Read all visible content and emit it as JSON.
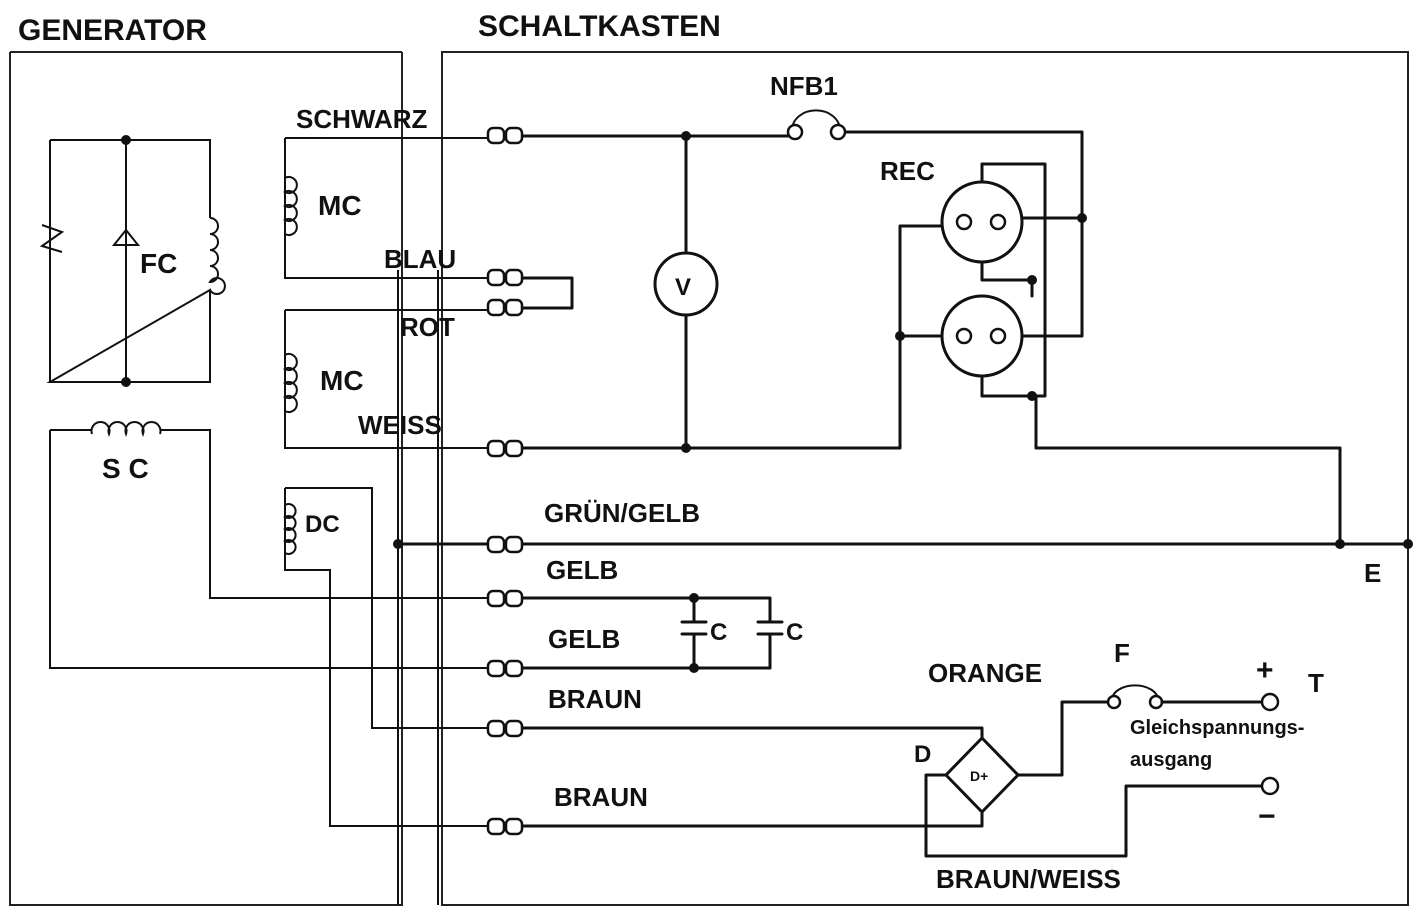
{
  "sections": {
    "generator": "GENERATOR",
    "schaltkasten": "SCHALTKASTEN"
  },
  "components": {
    "fc": "FC",
    "mc_top": "MC",
    "mc_bottom": "MC",
    "sc": "S C",
    "dc": "DC",
    "voltmeter": "V",
    "nfb": "NFB1",
    "rec": "REC",
    "cap1": "C",
    "cap2": "C",
    "fuse": "F",
    "diode": "D",
    "bridge_mark": "D+",
    "terminal": "T",
    "plus": "+",
    "minus": "−",
    "earth": "E",
    "dc_output_line1": "Gleichspannungs-",
    "dc_output_line2": "ausgang"
  },
  "wires": {
    "schwarz": "SCHWARZ",
    "blau": "BLAU",
    "rot": "ROT",
    "weiss": "WEISS",
    "gruen_gelb": "GRÜN/GELB",
    "gelb1": "GELB",
    "gelb2": "GELB",
    "orange": "ORANGE",
    "braun1": "BRAUN",
    "braun2": "BRAUN",
    "braun_weiss": "BRAUN/WEISS"
  },
  "colors": {
    "line": "#111111",
    "background": "#ffffff"
  }
}
